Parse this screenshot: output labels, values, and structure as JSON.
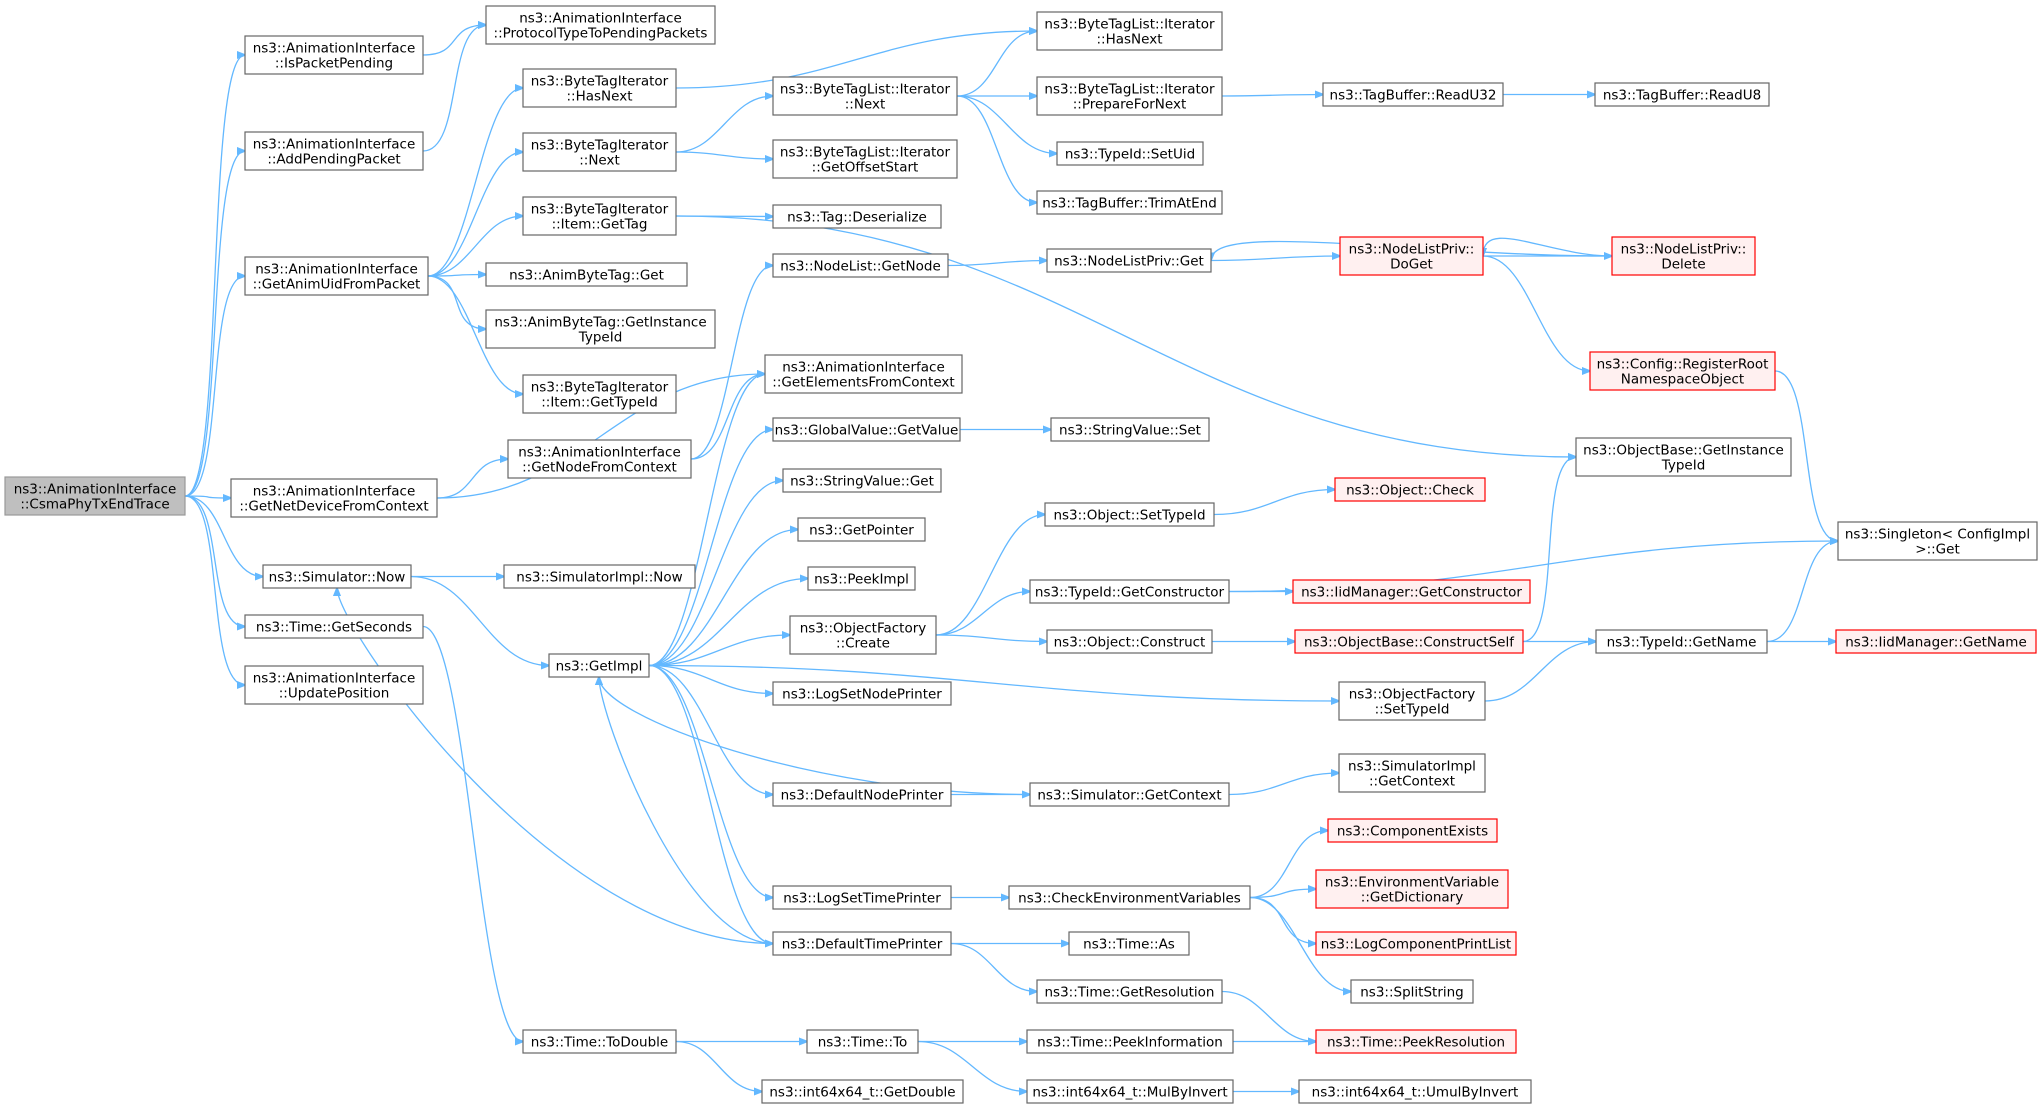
{
  "colors": {
    "edge": "#63b8ff",
    "node_border": "#666666",
    "node_fill": "#ffffff",
    "root_fill": "#bfbfbf",
    "root_border": "#999999",
    "truncated_border": "#ff0000",
    "truncated_fill": "#fff0f0"
  },
  "nodes": [
    {
      "id": "root",
      "lines": [
        "ns3::AnimationInterface",
        "::CsmaPhyTxEndTrace"
      ],
      "kind": "root"
    },
    {
      "id": "isPending",
      "lines": [
        "ns3::AnimationInterface",
        "::IsPacketPending"
      ]
    },
    {
      "id": "protoPending",
      "lines": [
        "ns3::AnimationInterface",
        "::ProtocolTypeToPendingPackets"
      ]
    },
    {
      "id": "addPending",
      "lines": [
        "ns3::AnimationInterface",
        "::AddPendingPacket"
      ]
    },
    {
      "id": "getAnimUid",
      "lines": [
        "ns3::AnimationInterface",
        "::GetAnimUidFromPacket"
      ]
    },
    {
      "id": "btiHasNext",
      "lines": [
        "ns3::ByteTagIterator",
        "::HasNext"
      ]
    },
    {
      "id": "btiNext",
      "lines": [
        "ns3::ByteTagIterator",
        "::Next"
      ]
    },
    {
      "id": "btiGetTag",
      "lines": [
        "ns3::ByteTagIterator",
        "::Item::GetTag"
      ]
    },
    {
      "id": "abtGet",
      "lines": [
        "ns3::AnimByteTag::Get"
      ]
    },
    {
      "id": "abtInst",
      "lines": [
        "ns3::AnimByteTag::GetInstance",
        "TypeId"
      ]
    },
    {
      "id": "btiGetTypeId",
      "lines": [
        "ns3::ByteTagIterator",
        "::Item::GetTypeId"
      ]
    },
    {
      "id": "btlHasNext",
      "lines": [
        "ns3::ByteTagList::Iterator",
        "::HasNext"
      ]
    },
    {
      "id": "btlNext",
      "lines": [
        "ns3::ByteTagList::Iterator",
        "::Next"
      ]
    },
    {
      "id": "btlPrep",
      "lines": [
        "ns3::ByteTagList::Iterator",
        "::PrepareForNext"
      ]
    },
    {
      "id": "btlOffset",
      "lines": [
        "ns3::ByteTagList::Iterator",
        "::GetOffsetStart"
      ]
    },
    {
      "id": "readU32",
      "lines": [
        "ns3::TagBuffer::ReadU32"
      ]
    },
    {
      "id": "readU8",
      "lines": [
        "ns3::TagBuffer::ReadU8"
      ]
    },
    {
      "id": "setUid",
      "lines": [
        "ns3::TypeId::SetUid"
      ]
    },
    {
      "id": "trimAtEnd",
      "lines": [
        "ns3::TagBuffer::TrimAtEnd"
      ]
    },
    {
      "id": "tagDeser",
      "lines": [
        "ns3::Tag::Deserialize"
      ]
    },
    {
      "id": "nlGetNode",
      "lines": [
        "ns3::NodeList::GetNode"
      ]
    },
    {
      "id": "nlpGet",
      "lines": [
        "ns3::NodeListPriv::Get"
      ]
    },
    {
      "id": "nlpDoGet",
      "lines": [
        "ns3::NodeListPriv::",
        "DoGet"
      ],
      "kind": "truncated"
    },
    {
      "id": "nlpDelete",
      "lines": [
        "ns3::NodeListPriv::",
        "Delete"
      ],
      "kind": "truncated"
    },
    {
      "id": "regRoot",
      "lines": [
        "ns3::Config::RegisterRoot",
        "NamespaceObject"
      ],
      "kind": "truncated"
    },
    {
      "id": "getElements",
      "lines": [
        "ns3::AnimationInterface",
        "::GetElementsFromContext"
      ]
    },
    {
      "id": "getNodeCtx",
      "lines": [
        "ns3::AnimationInterface",
        "::GetNodeFromContext"
      ]
    },
    {
      "id": "getNetDev",
      "lines": [
        "ns3::AnimationInterface",
        "::GetNetDeviceFromContext"
      ]
    },
    {
      "id": "gvGetValue",
      "lines": [
        "ns3::GlobalValue::GetValue"
      ]
    },
    {
      "id": "svSet",
      "lines": [
        "ns3::StringValue::Set"
      ]
    },
    {
      "id": "svGet",
      "lines": [
        "ns3::StringValue::Get"
      ]
    },
    {
      "id": "obGetInst",
      "lines": [
        "ns3::ObjectBase::GetInstance",
        "TypeId"
      ]
    },
    {
      "id": "getPointer",
      "lines": [
        "ns3::GetPointer"
      ]
    },
    {
      "id": "peekImpl",
      "lines": [
        "ns3::PeekImpl"
      ]
    },
    {
      "id": "ofCreate",
      "lines": [
        "ns3::ObjectFactory",
        "::Create"
      ]
    },
    {
      "id": "objSetTypeId",
      "lines": [
        "ns3::Object::SetTypeId"
      ]
    },
    {
      "id": "objCheck",
      "lines": [
        "ns3::Object::Check"
      ],
      "kind": "truncated"
    },
    {
      "id": "tidGetCtor",
      "lines": [
        "ns3::TypeId::GetConstructor"
      ]
    },
    {
      "id": "iidGetCtor",
      "lines": [
        "ns3::IidManager::GetConstructor"
      ],
      "kind": "truncated"
    },
    {
      "id": "singletonGet",
      "lines": [
        "ns3::Singleton< ConfigImpl",
        " >::Get"
      ]
    },
    {
      "id": "objConstruct",
      "lines": [
        "ns3::Object::Construct"
      ]
    },
    {
      "id": "obConstructSelf",
      "lines": [
        "ns3::ObjectBase::ConstructSelf"
      ],
      "kind": "truncated"
    },
    {
      "id": "tidGetName",
      "lines": [
        "ns3::TypeId::GetName"
      ]
    },
    {
      "id": "iidGetName",
      "lines": [
        "ns3::IidManager::GetName"
      ],
      "kind": "truncated"
    },
    {
      "id": "simNow",
      "lines": [
        "ns3::Simulator::Now"
      ]
    },
    {
      "id": "simImplNow",
      "lines": [
        "ns3::SimulatorImpl::Now"
      ]
    },
    {
      "id": "getImpl",
      "lines": [
        "ns3::GetImpl"
      ]
    },
    {
      "id": "logSetNode",
      "lines": [
        "ns3::LogSetNodePrinter"
      ]
    },
    {
      "id": "ofSetTypeId",
      "lines": [
        "ns3::ObjectFactory",
        "::SetTypeId"
      ]
    },
    {
      "id": "timeGetSeconds",
      "lines": [
        "ns3::Time::GetSeconds"
      ]
    },
    {
      "id": "updatePos",
      "lines": [
        "ns3::AnimationInterface",
        "::UpdatePosition"
      ]
    },
    {
      "id": "defNodePrinter",
      "lines": [
        "ns3::DefaultNodePrinter"
      ]
    },
    {
      "id": "simGetCtx",
      "lines": [
        "ns3::Simulator::GetContext"
      ]
    },
    {
      "id": "simImplGetCtx",
      "lines": [
        "ns3::SimulatorImpl",
        "::GetContext"
      ]
    },
    {
      "id": "compExists",
      "lines": [
        "ns3::ComponentExists"
      ],
      "kind": "truncated"
    },
    {
      "id": "envGetDict",
      "lines": [
        "ns3::EnvironmentVariable",
        "::GetDictionary"
      ],
      "kind": "truncated"
    },
    {
      "id": "logSetTime",
      "lines": [
        "ns3::LogSetTimePrinter"
      ]
    },
    {
      "id": "checkEnv",
      "lines": [
        "ns3::CheckEnvironmentVariables"
      ]
    },
    {
      "id": "logCompPrint",
      "lines": [
        "ns3::LogComponentPrintList"
      ],
      "kind": "truncated"
    },
    {
      "id": "splitString",
      "lines": [
        "ns3::SplitString"
      ]
    },
    {
      "id": "defTimePrinter",
      "lines": [
        "ns3::DefaultTimePrinter"
      ]
    },
    {
      "id": "timeAs",
      "lines": [
        "ns3::Time::As"
      ]
    },
    {
      "id": "timeGetRes",
      "lines": [
        "ns3::Time::GetResolution"
      ]
    },
    {
      "id": "timeToDouble",
      "lines": [
        "ns3::Time::ToDouble"
      ]
    },
    {
      "id": "timeTo",
      "lines": [
        "ns3::Time::To"
      ]
    },
    {
      "id": "timePeekInfo",
      "lines": [
        "ns3::Time::PeekInformation"
      ]
    },
    {
      "id": "timePeekRes",
      "lines": [
        "ns3::Time::PeekResolution"
      ],
      "kind": "truncated"
    },
    {
      "id": "i64GetDouble",
      "lines": [
        "ns3::int64x64_t::GetDouble"
      ]
    },
    {
      "id": "i64MulByInv",
      "lines": [
        "ns3::int64x64_t::MulByInvert"
      ]
    },
    {
      "id": "i64UmulByInv",
      "lines": [
        "ns3::int64x64_t::UmulByInvert"
      ]
    }
  ],
  "edges": [
    [
      "root",
      "isPending"
    ],
    [
      "root",
      "addPending"
    ],
    [
      "root",
      "getAnimUid"
    ],
    [
      "root",
      "getNetDev"
    ],
    [
      "root",
      "simNow"
    ],
    [
      "root",
      "timeGetSeconds"
    ],
    [
      "root",
      "updatePos"
    ],
    [
      "isPending",
      "protoPending"
    ],
    [
      "addPending",
      "protoPending"
    ],
    [
      "getAnimUid",
      "btiHasNext"
    ],
    [
      "getAnimUid",
      "btiNext"
    ],
    [
      "getAnimUid",
      "btiGetTag"
    ],
    [
      "getAnimUid",
      "abtGet"
    ],
    [
      "getAnimUid",
      "abtInst"
    ],
    [
      "getAnimUid",
      "btiGetTypeId"
    ],
    [
      "btiHasNext",
      "btlHasNext"
    ],
    [
      "btiNext",
      "btlNext"
    ],
    [
      "btiNext",
      "btlOffset"
    ],
    [
      "btiGetTag",
      "tagDeser"
    ],
    [
      "btiGetTag",
      "obGetInst"
    ],
    [
      "btlNext",
      "btlHasNext"
    ],
    [
      "btlNext",
      "btlPrep"
    ],
    [
      "btlNext",
      "setUid"
    ],
    [
      "btlNext",
      "trimAtEnd"
    ],
    [
      "btlPrep",
      "readU32"
    ],
    [
      "readU32",
      "readU8"
    ],
    [
      "getNetDev",
      "getNodeCtx"
    ],
    [
      "getNetDev",
      "getElements"
    ],
    [
      "getNodeCtx",
      "getElements"
    ],
    [
      "getNodeCtx",
      "nlGetNode"
    ],
    [
      "nlGetNode",
      "nlpGet"
    ],
    [
      "nlpGet",
      "nlpDoGet"
    ],
    [
      "nlpDoGet",
      "nlpDelete"
    ],
    [
      "nlpDoGet",
      "regRoot"
    ],
    [
      "nlpDelete",
      "nlpDoGet"
    ],
    [
      "nlpDelete",
      "nlpGet"
    ],
    [
      "regRoot",
      "singletonGet"
    ],
    [
      "simNow",
      "simImplNow"
    ],
    [
      "simNow",
      "getImpl"
    ],
    [
      "getImpl",
      "gvGetValue"
    ],
    [
      "getImpl",
      "svGet"
    ],
    [
      "getImpl",
      "getPointer"
    ],
    [
      "getImpl",
      "peekImpl"
    ],
    [
      "getImpl",
      "ofCreate"
    ],
    [
      "getImpl",
      "logSetNode"
    ],
    [
      "getImpl",
      "ofSetTypeId"
    ],
    [
      "getImpl",
      "defNodePrinter"
    ],
    [
      "getImpl",
      "logSetTime"
    ],
    [
      "getImpl",
      "defTimePrinter"
    ],
    [
      "getImpl",
      "getElements"
    ],
    [
      "gvGetValue",
      "svSet"
    ],
    [
      "ofCreate",
      "objSetTypeId"
    ],
    [
      "ofCreate",
      "tidGetCtor"
    ],
    [
      "ofCreate",
      "objConstruct"
    ],
    [
      "objSetTypeId",
      "objCheck"
    ],
    [
      "tidGetCtor",
      "iidGetCtor"
    ],
    [
      "tidGetCtor",
      "singletonGet"
    ],
    [
      "objConstruct",
      "obConstructSelf"
    ],
    [
      "obConstructSelf",
      "tidGetName"
    ],
    [
      "obConstructSelf",
      "obGetInst"
    ],
    [
      "tidGetName",
      "iidGetName"
    ],
    [
      "tidGetName",
      "singletonGet"
    ],
    [
      "ofSetTypeId",
      "tidGetName"
    ],
    [
      "defNodePrinter",
      "simGetCtx"
    ],
    [
      "simGetCtx",
      "simImplGetCtx"
    ],
    [
      "simGetCtx",
      "getImpl"
    ],
    [
      "logSetTime",
      "checkEnv"
    ],
    [
      "checkEnv",
      "compExists"
    ],
    [
      "checkEnv",
      "envGetDict"
    ],
    [
      "checkEnv",
      "logCompPrint"
    ],
    [
      "checkEnv",
      "splitString"
    ],
    [
      "defTimePrinter",
      "simNow"
    ],
    [
      "defTimePrinter",
      "getImpl"
    ],
    [
      "defTimePrinter",
      "timeAs"
    ],
    [
      "defTimePrinter",
      "timeGetRes"
    ],
    [
      "timeGetRes",
      "timePeekRes"
    ],
    [
      "timeGetSeconds",
      "timeToDouble"
    ],
    [
      "timeToDouble",
      "timeTo"
    ],
    [
      "timeToDouble",
      "i64GetDouble"
    ],
    [
      "timeTo",
      "timePeekInfo"
    ],
    [
      "timeTo",
      "i64MulByInv"
    ],
    [
      "timePeekInfo",
      "timePeekRes"
    ],
    [
      "i64MulByInv",
      "i64UmulByInv"
    ]
  ]
}
